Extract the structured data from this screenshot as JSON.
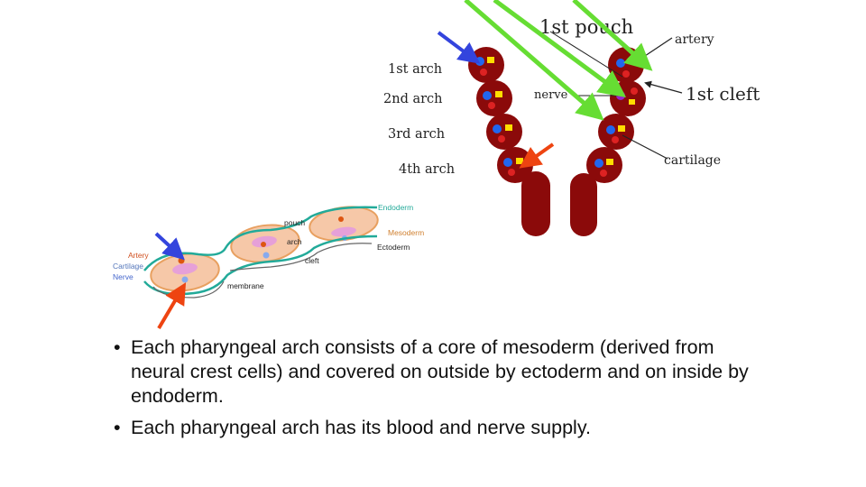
{
  "diagram": {
    "big_labels": {
      "pouch": "1st pouch",
      "artery": "artery",
      "arch1": "1st arch",
      "arch2": "2nd arch",
      "arch3": "3rd arch",
      "arch4": "4th arch",
      "nerve": "nerve",
      "cleft": "1st cleft",
      "cartilage": "cartilage"
    },
    "small_labels": {
      "endoderm": "Endoderm",
      "pouch": "pouch",
      "mesoderm": "Mesoderm",
      "arch": "arch",
      "ectoderm": "Ectoderm",
      "artery": "Artery",
      "cartilage": "Cartilage",
      "nerve": "Nerve",
      "cleft": "cleft",
      "membrane": "membrane"
    },
    "colors": {
      "arch_tissue": "#8b0a0a",
      "pointer_green": "#66dd33",
      "pointer_blue": "#3344dd",
      "pointer_red": "#ee4411",
      "endoderm": "#22aa99",
      "mesoderm": "#e8a060",
      "ectoderm": "#444444"
    }
  },
  "bullets": [
    "Each pharyngeal arch consists of a core of mesoderm (derived from neural crest cells) and covered on outside by ectoderm and on inside by endoderm.",
    "Each pharyngeal arch has its blood and nerve supply."
  ]
}
